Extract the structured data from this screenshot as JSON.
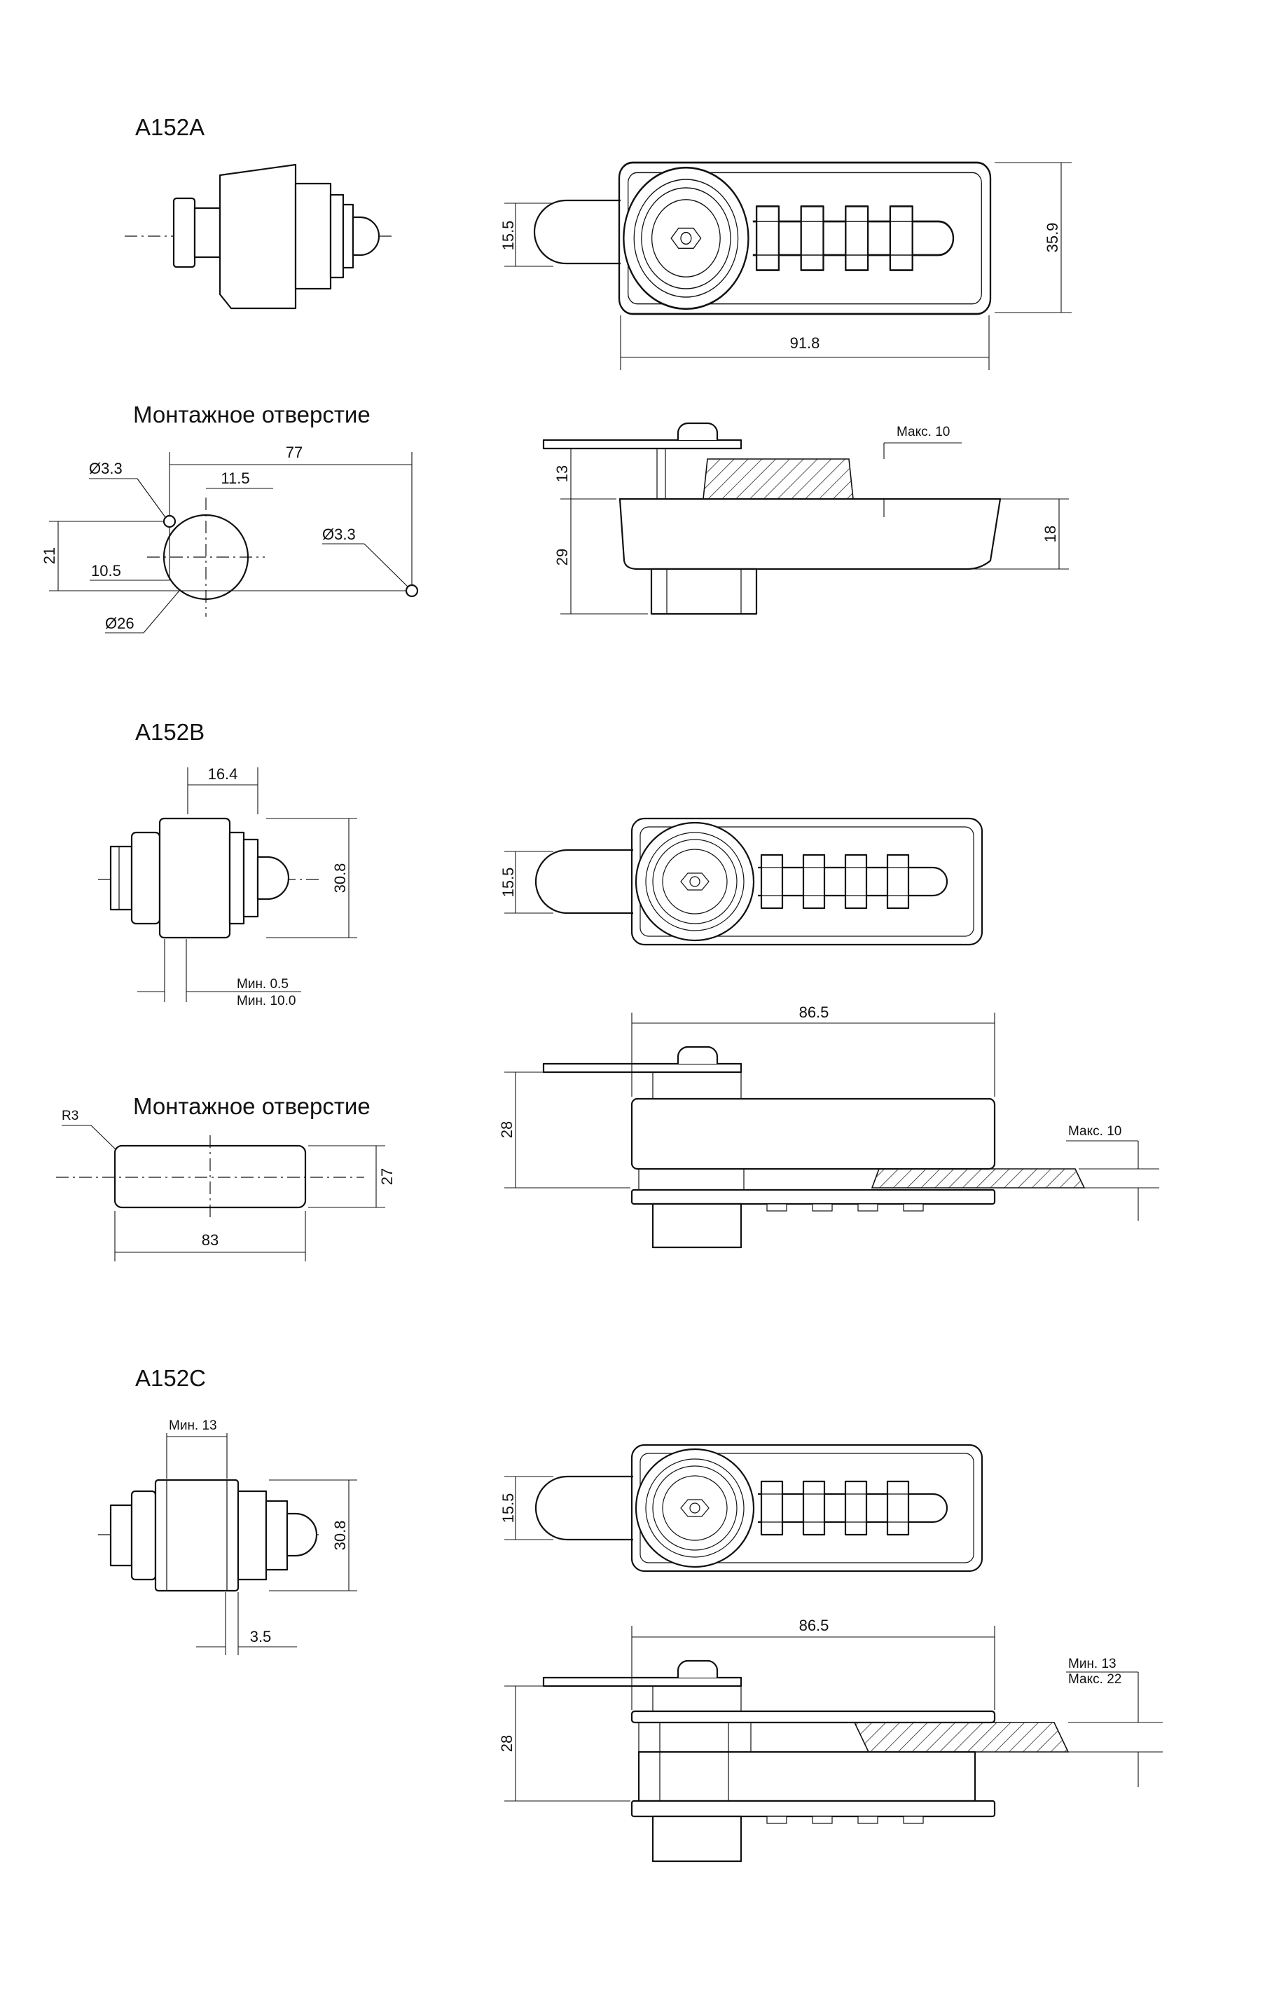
{
  "sections": [
    {
      "title": "A152A",
      "mounting_title": "Монтажное отверстие",
      "front_view": {
        "height": "15.5",
        "width": "91.8",
        "body_height": "35.9"
      },
      "mounting_hole": {
        "hole_small": "Ø3.3",
        "hole_small_right": "Ø3.3",
        "span": "77",
        "offset_top": "11.5",
        "height": "21",
        "offset_left": "10.5",
        "hole_main": "Ø26"
      },
      "side_view": {
        "max_label": "Макс. 10",
        "top_height": "13",
        "total_height": "29",
        "body_height": "18"
      }
    },
    {
      "title": "A152B",
      "mounting_title": "Монтажное отверстие",
      "side_small": {
        "width": "16.4",
        "height": "30.8",
        "min_a": "Мин. 0.5",
        "min_b": "Мин. 10.0"
      },
      "front_view": {
        "height": "15.5"
      },
      "mounting_hole": {
        "radius": "R3",
        "height": "27",
        "width": "83"
      },
      "side_view": {
        "width": "86.5",
        "height": "28",
        "max_label": "Макс. 10"
      }
    },
    {
      "title": "A152C",
      "side_small": {
        "min_label": "Мин. 13",
        "height": "30.8",
        "offset": "3.5"
      },
      "front_view": {
        "height": "15.5"
      },
      "side_view": {
        "width": "86.5",
        "height": "28",
        "min_label": "Мин. 13",
        "max_label": "Макс. 22"
      }
    }
  ]
}
